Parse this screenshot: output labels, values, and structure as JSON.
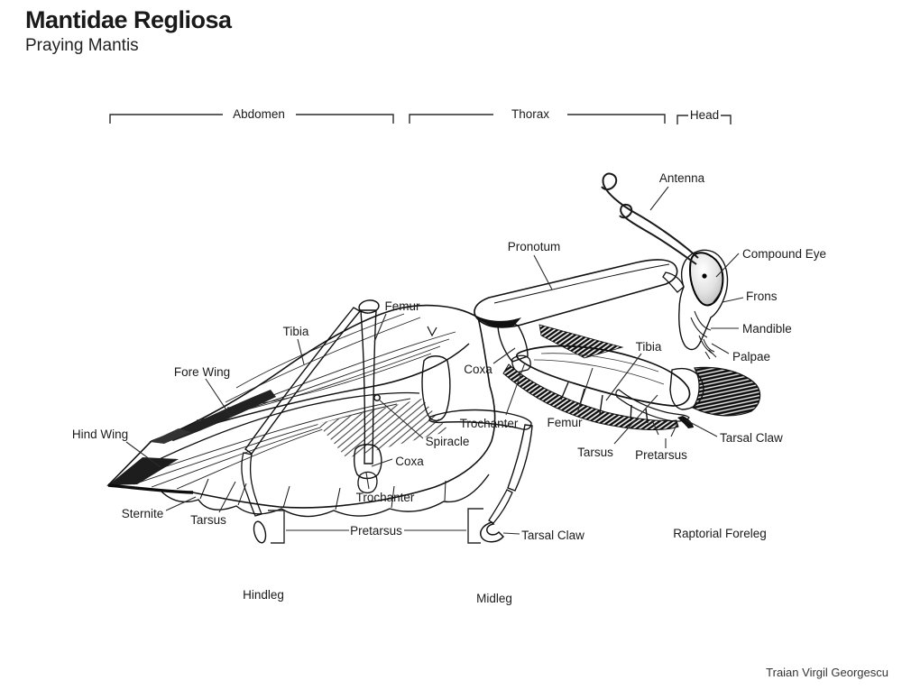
{
  "header": {
    "title": "Mantidae Regliosa",
    "subtitle": "Praying Mantis"
  },
  "sections": {
    "abdomen": "Abdomen",
    "thorax": "Thorax",
    "head": "Head"
  },
  "labels": {
    "antenna": "Antenna",
    "compound_eye": "Compound Eye",
    "frons": "Frons",
    "mandible": "Mandible",
    "palpae": "Palpae",
    "pronotum": "Pronotum",
    "hind_femur": "Femur",
    "hind_tibia": "Tibia",
    "fore_wing": "Fore Wing",
    "hind_wing": "Hind Wing",
    "fore_coxa": "Coxa",
    "fore_trochanter": "Trochanter",
    "spiracle": "Spiracle",
    "hind_coxa": "Coxa",
    "hind_trochanter": "Trochanter",
    "sternite": "Sternite",
    "hind_tarsus": "Tarsus",
    "pretarsus": "Pretarsus",
    "mid_tarsal_claw": "Tarsal Claw",
    "foreleg_femur": "Femur",
    "foreleg_tibia": "Tibia",
    "foreleg_tarsus": "Tarsus",
    "foreleg_pretarsus": "Pretarsus",
    "foreleg_tarsal_claw": "Tarsal Claw",
    "raptorial_foreleg": "Raptorial Foreleg",
    "hindleg": "Hindleg",
    "midleg": "Midleg"
  },
  "credit": "Traian Virgil Georgescu"
}
